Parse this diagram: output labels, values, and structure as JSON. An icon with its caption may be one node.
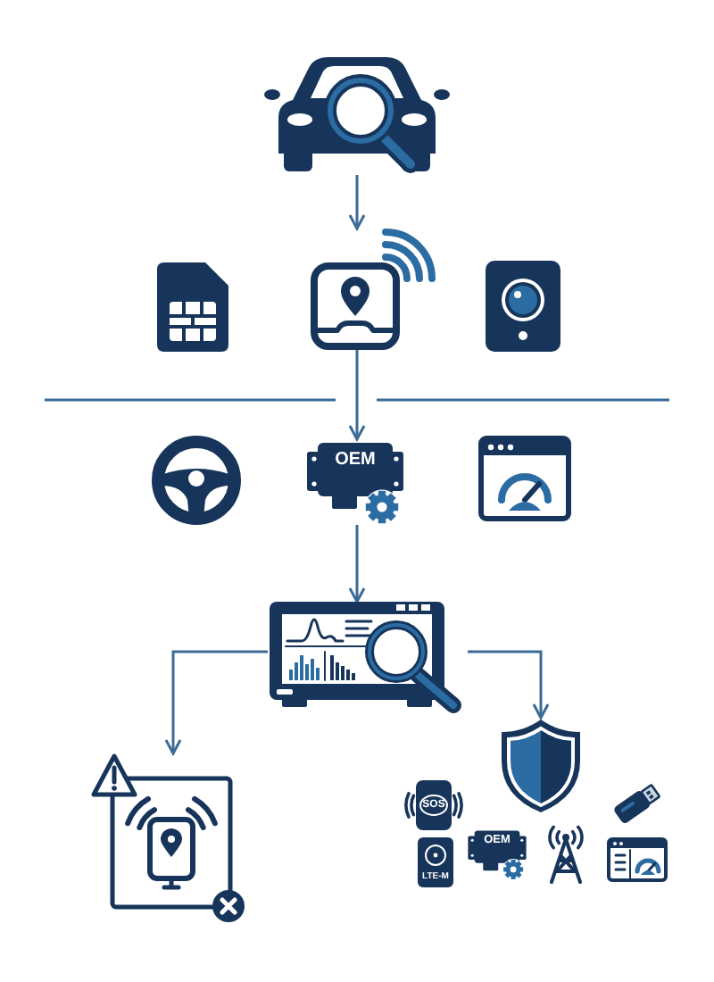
{
  "diagram": {
    "nodes": [
      {
        "text": [],
        "shape": "picture"
      },
      {
        "text": [],
        "shape": "picture"
      },
      {
        "text": [],
        "shape": "picture"
      },
      {
        "text": [],
        "shape": "picture"
      },
      {
        "text": [],
        "shape": "picture"
      },
      {
        "text": [
          "OEM"
        ]
      },
      {
        "text": [],
        "shape": "picture"
      },
      {
        "text": [],
        "shape": "picture"
      },
      {
        "text": [],
        "shape": "picture"
      },
      {
        "text": [],
        "shape": "picture"
      },
      {
        "text": [
          "SOS"
        ]
      },
      {
        "text": [
          "LTE-M"
        ]
      },
      {
        "text": [
          "OEM"
        ]
      },
      {
        "text": [],
        "shape": "picture"
      },
      {
        "text": [],
        "shape": "picture"
      },
      {
        "text": [],
        "shape": "picture"
      }
    ],
    "edges": [
      {
        "from": 0,
        "to": 2,
        "arrow": "to"
      },
      {
        "from": 2,
        "to": 5,
        "arrow": "to"
      },
      {
        "from": 5,
        "to": 7,
        "arrow": "to"
      },
      {
        "from": 7,
        "to": 8,
        "arrow": "to"
      },
      {
        "from": 7,
        "to": 9,
        "arrow": "to"
      }
    ]
  }
}
